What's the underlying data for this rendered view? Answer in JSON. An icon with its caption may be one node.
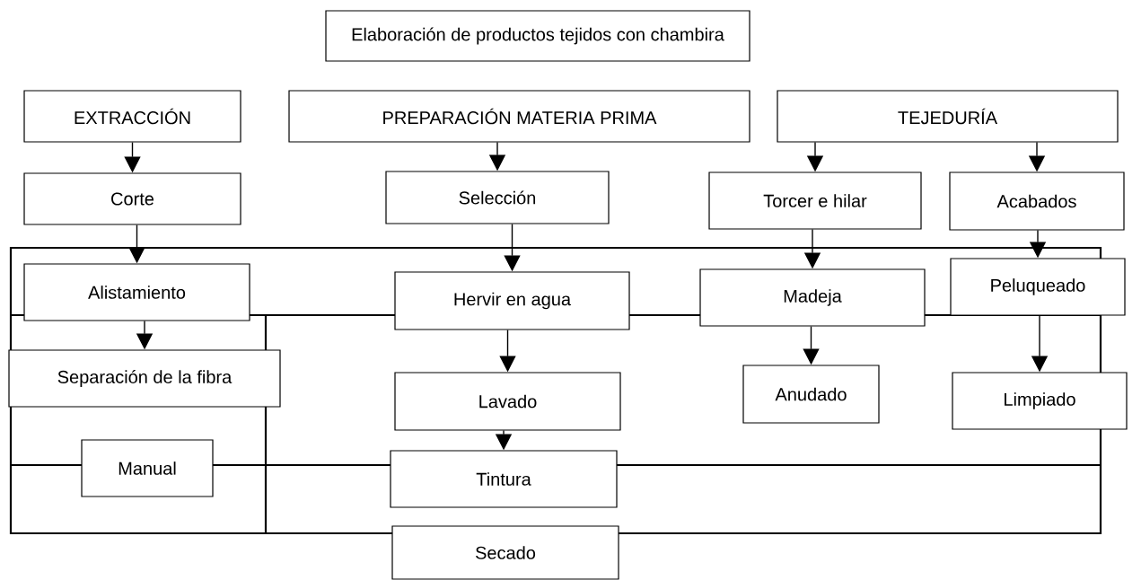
{
  "diagram": {
    "nodes": [
      {
        "text": [
          "Elaboración de productos tejidos con chambira"
        ]
      },
      {
        "text": [
          "EXTRACCIÓN"
        ]
      },
      {
        "text": [
          "PREPARACIÓN MATERIA PRIMA"
        ]
      },
      {
        "text": [
          "TEJEDURÍA"
        ]
      },
      {
        "text": [
          "Corte"
        ]
      },
      {
        "text": [
          "Selección"
        ]
      },
      {
        "text": [
          "Torcer e hilar"
        ]
      },
      {
        "text": [
          "Acabados"
        ]
      },
      {
        "text": [
          "Alistamiento"
        ]
      },
      {
        "text": [
          "Hervir en agua"
        ]
      },
      {
        "text": [
          "Madeja"
        ]
      },
      {
        "text": [
          "Peluqueado"
        ]
      },
      {
        "text": [
          "Separación de la fibra"
        ]
      },
      {
        "text": [
          "Lavado"
        ]
      },
      {
        "text": [
          "Anudado"
        ]
      },
      {
        "text": [
          "Limpiado"
        ]
      },
      {
        "text": [
          "Manual"
        ]
      },
      {
        "text": [
          "Tintura"
        ]
      },
      {
        "text": [
          "Secado"
        ]
      }
    ],
    "edges": [
      {
        "from": 1,
        "to": 4,
        "arrow": "to"
      },
      {
        "from": 2,
        "to": 5,
        "arrow": "to"
      },
      {
        "from": 3,
        "to": 6,
        "arrow": "to"
      },
      {
        "from": 3,
        "to": 7,
        "arrow": "to"
      },
      {
        "from": 4,
        "to": 8,
        "arrow": "to"
      },
      {
        "from": 5,
        "to": 9,
        "arrow": "to"
      },
      {
        "from": 6,
        "to": 10,
        "arrow": "to"
      },
      {
        "from": 7,
        "to": 11,
        "arrow": "to"
      },
      {
        "from": 8,
        "to": 12,
        "arrow": "to"
      },
      {
        "from": 9,
        "to": 13,
        "arrow": "to"
      },
      {
        "from": 10,
        "to": 14,
        "arrow": "to"
      },
      {
        "from": 11,
        "to": 15,
        "arrow": "to"
      },
      {
        "from": 13,
        "to": 17,
        "arrow": "to"
      }
    ]
  }
}
